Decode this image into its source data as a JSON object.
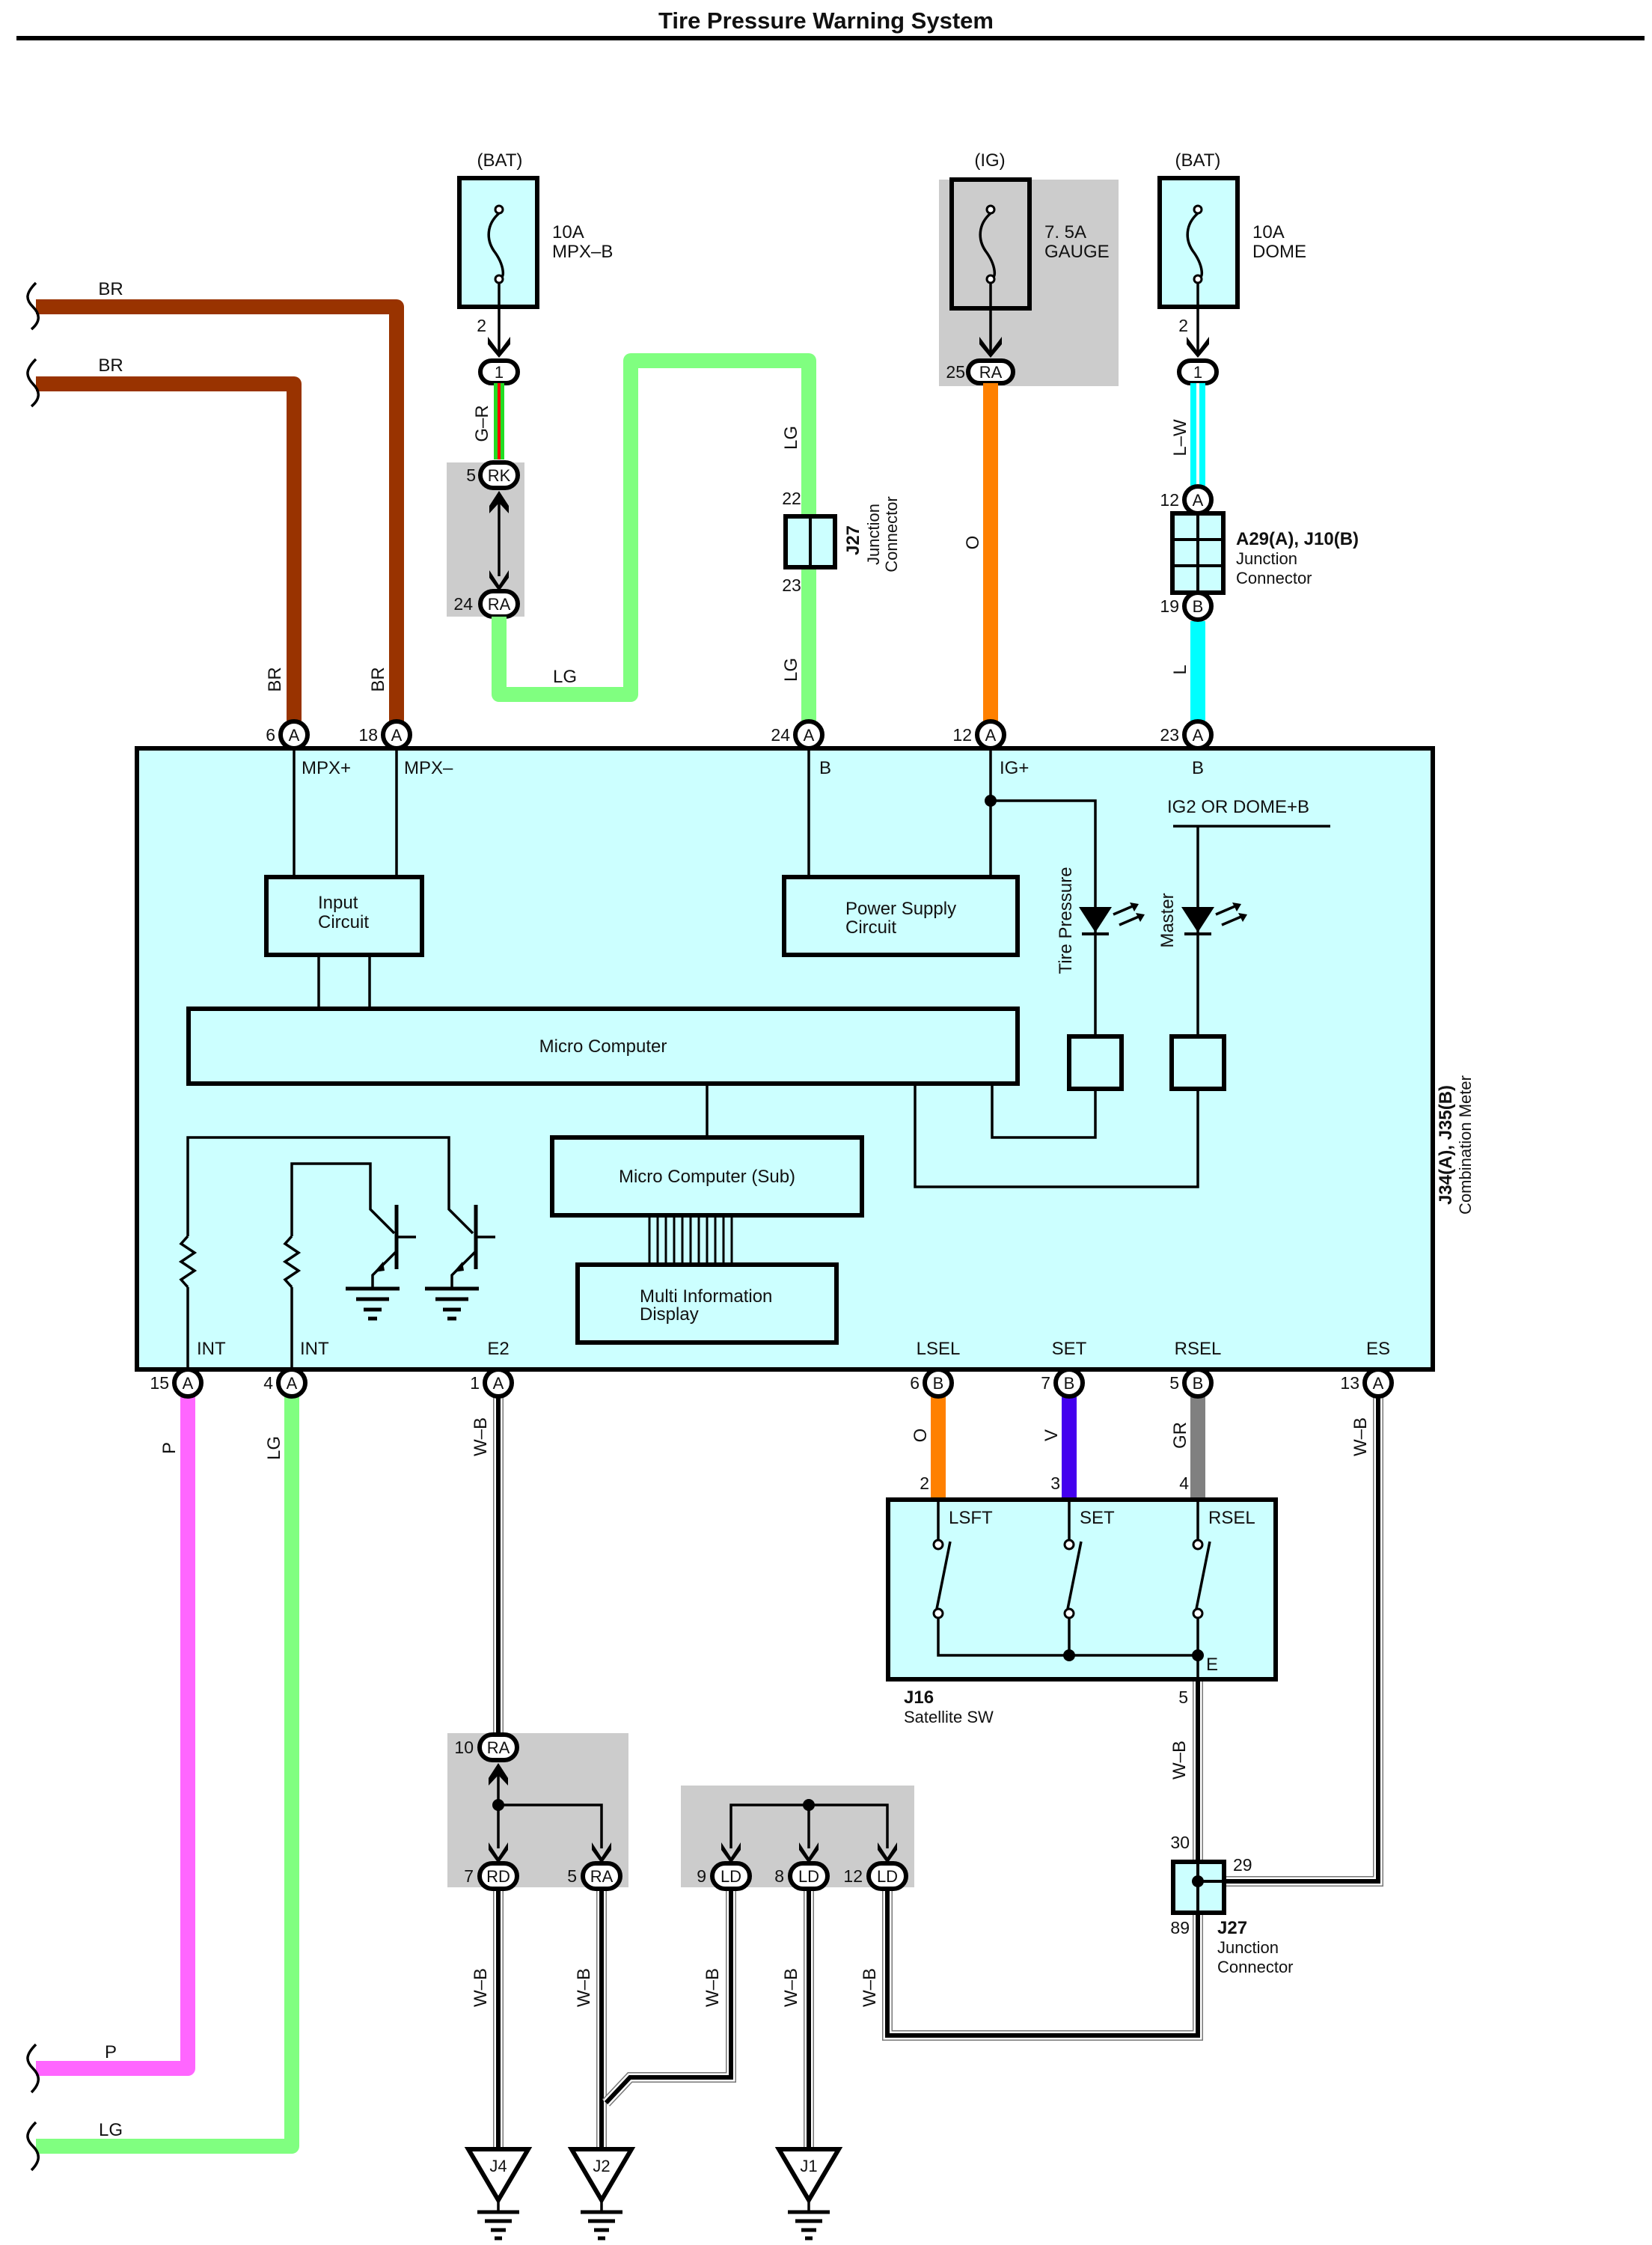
{
  "title": "Tire Pressure Warning System",
  "fuses": [
    {
      "source": "(BAT)",
      "rating": "10A",
      "name": "MPX–B",
      "pin": "2",
      "connector": "1",
      "shaded": false
    },
    {
      "source": "(IG)",
      "rating": "7. 5A",
      "name": "GAUGE",
      "pin": "",
      "connector": "RA",
      "connector_pin": "25",
      "shaded": true
    },
    {
      "source": "(BAT)",
      "rating": "10A",
      "name": "DOME",
      "pin": "2",
      "connector": "1",
      "shaded": false
    }
  ],
  "colors": {
    "meter_fill": "#ccffff",
    "shade": "#cccccc",
    "BR": "#993300",
    "LG": "#80ff80",
    "O": "#ff8000",
    "L": "#00ffff",
    "V": "#4400ee",
    "GR": "#808080",
    "P": "#ff66ff",
    "G": "#22dd22",
    "R": "#ff0000"
  },
  "wires": {
    "br_top": "BR",
    "br_bottom": "BR",
    "br_vert_1": "BR",
    "br_vert_2": "BR",
    "gr_mpx": "G–R",
    "lg_loop": "LG",
    "lg_upper": "LG",
    "lg_lower": "LG",
    "o_gauge": "O",
    "lw_dome": "L–W",
    "l_dome": "L",
    "p_int": "P",
    "lg_int": "LG",
    "wb_e2": "W–B",
    "o_lsel": "O",
    "v_set": "V",
    "gr_rsel": "GR",
    "wb_es": "W–B",
    "wb_sat": "W–B",
    "wb_rd": "W–B",
    "wb_ra": "W–B",
    "wb_ld9": "W–B",
    "wb_ld8": "W–B",
    "wb_ld12": "W–B",
    "p_left": "P",
    "lg_left": "LG"
  },
  "connectors": {
    "rk": {
      "pin": "5",
      "code": "RK"
    },
    "ra24": {
      "pin": "24",
      "code": "RA"
    },
    "ra10": {
      "pin": "10",
      "code": "RA"
    },
    "rd7": {
      "pin": "7",
      "code": "RD"
    },
    "ra5": {
      "pin": "5",
      "code": "RA"
    },
    "ld9": {
      "pin": "9",
      "code": "LD"
    },
    "ld8": {
      "pin": "8",
      "code": "LD"
    },
    "ld12": {
      "pin": "12",
      "code": "LD"
    }
  },
  "j27_top": {
    "id": "J27",
    "name_line1": "Junction",
    "name_line2": "Connector",
    "pin_in": "22",
    "pin_out": "23"
  },
  "a29": {
    "id": "A29(A), J10(B)",
    "name_line1": "Junction",
    "name_line2": "Connector",
    "pin_in": "12",
    "pin_in_code": "A",
    "pin_out": "19",
    "pin_out_code": "B"
  },
  "meter": {
    "id": "J34(A), J35(B)",
    "name": "Combination Meter",
    "top_pins": [
      {
        "num": "6",
        "code": "A",
        "label": "MPX+"
      },
      {
        "num": "18",
        "code": "A",
        "label": "MPX–"
      },
      {
        "num": "24",
        "code": "A",
        "label": "B"
      },
      {
        "num": "12",
        "code": "A",
        "label": "IG+"
      },
      {
        "num": "23",
        "code": "A",
        "label": "B"
      }
    ],
    "bottom_pins": [
      {
        "num": "15",
        "code": "A",
        "label": "INT"
      },
      {
        "num": "4",
        "code": "A",
        "label": "INT"
      },
      {
        "num": "1",
        "code": "A",
        "label": "E2"
      },
      {
        "num": "6",
        "code": "B",
        "label": "LSEL"
      },
      {
        "num": "7",
        "code": "B",
        "label": "SET"
      },
      {
        "num": "5",
        "code": "B",
        "label": "RSEL"
      },
      {
        "num": "13",
        "code": "A",
        "label": "ES"
      }
    ],
    "input_circuit": [
      "Input",
      "Circuit"
    ],
    "power_supply": [
      "Power Supply",
      "Circuit"
    ],
    "micro_computer": "Micro Computer",
    "micro_computer_sub": "Micro Computer (Sub)",
    "mid": [
      "Multi Information",
      "Display"
    ],
    "ig2_label": "IG2 OR DOME+B",
    "led_tire": "Tire Pressure",
    "led_master": "Master"
  },
  "satellite": {
    "id": "J16",
    "name": "Satellite SW",
    "pins_in": [
      "2",
      "3",
      "4"
    ],
    "switches": [
      "LSFT",
      "SET",
      "RSEL"
    ],
    "ground_label": "E",
    "pin_out": "5"
  },
  "j27_bottom": {
    "id": "J27",
    "name_line1": "Junction",
    "name_line2": "Connector",
    "pin_top": "30",
    "pin_right": "29",
    "pin_bottom": "89"
  },
  "grounds": [
    "J4",
    "J2",
    "J1"
  ]
}
